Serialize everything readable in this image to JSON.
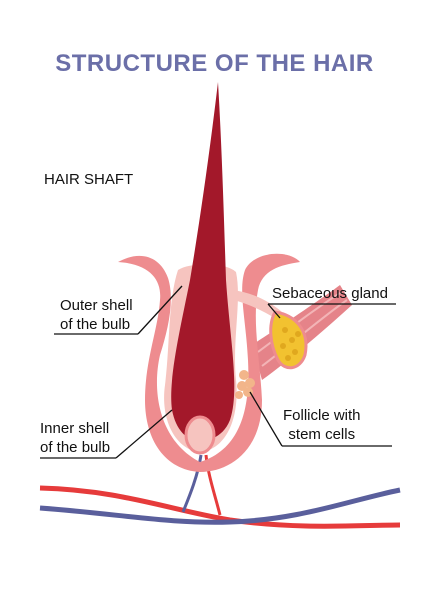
{
  "title": "STRUCTURE OF THE HAIR",
  "labels": {
    "hair_shaft": "HAIR SHAFT",
    "outer_shell_line1": "Outer shell",
    "outer_shell_line2": "of the bulb",
    "sebaceous_gland": "Sebaceous gland",
    "follicle_line1": "Follicle with",
    "follicle_line2": "stem cells",
    "inner_shell_line1": "Inner shell",
    "inner_shell_line2": "of the bulb"
  },
  "colors": {
    "title": "#6b6fa8",
    "hair": "#a3182a",
    "follicle_outer": "#ee8c8f",
    "follicle_inner": "#f6c4bf",
    "gland": "#f2c230",
    "muscle": "#e58389",
    "artery": "#e63b3b",
    "vein": "#5a5f9c"
  }
}
